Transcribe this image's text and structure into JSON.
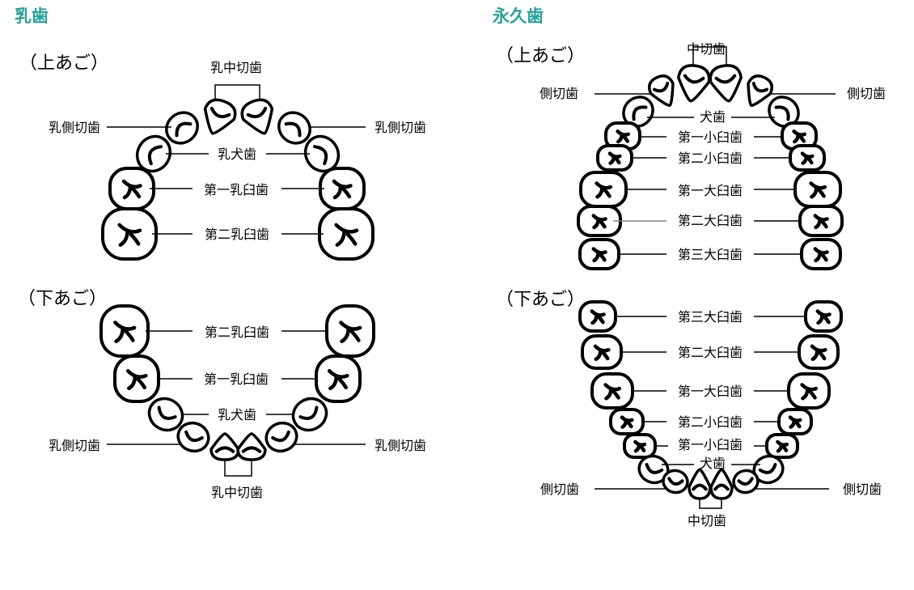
{
  "colors": {
    "title": "#2aa198",
    "ink": "#000000",
    "leader_gray": "#808080"
  },
  "primary": {
    "title": "乳歯",
    "upper_label": "（上あご）",
    "lower_label": "（下あご）",
    "upper": {
      "central_incisor": "乳中切歯",
      "lateral_incisor_left": "乳側切歯",
      "lateral_incisor_right": "乳側切歯",
      "canine": "乳犬歯",
      "first_molar": "第一乳臼歯",
      "second_molar": "第二乳臼歯"
    },
    "lower": {
      "second_molar": "第二乳臼歯",
      "first_molar": "第一乳臼歯",
      "canine": "乳犬歯",
      "lateral_incisor_left": "乳側切歯",
      "lateral_incisor_right": "乳側切歯",
      "central_incisor": "乳中切歯"
    }
  },
  "permanent": {
    "title": "永久歯",
    "upper_label": "（上あご）",
    "lower_label": "（下あご）",
    "upper": {
      "central_incisor": "中切歯",
      "lateral_incisor_left": "側切歯",
      "lateral_incisor_right": "側切歯",
      "canine": "犬歯",
      "first_premolar": "第一小臼歯",
      "second_premolar": "第二小臼歯",
      "first_molar": "第一大臼歯",
      "second_molar": "第二大臼歯",
      "third_molar": "第三大臼歯"
    },
    "lower": {
      "third_molar": "第三大臼歯",
      "second_molar": "第二大臼歯",
      "first_molar": "第一大臼歯",
      "second_premolar": "第二小臼歯",
      "first_premolar": "第一小臼歯",
      "canine": "犬歯",
      "lateral_incisor_left": "側切歯",
      "lateral_incisor_right": "側切歯",
      "central_incisor": "中切歯"
    }
  }
}
